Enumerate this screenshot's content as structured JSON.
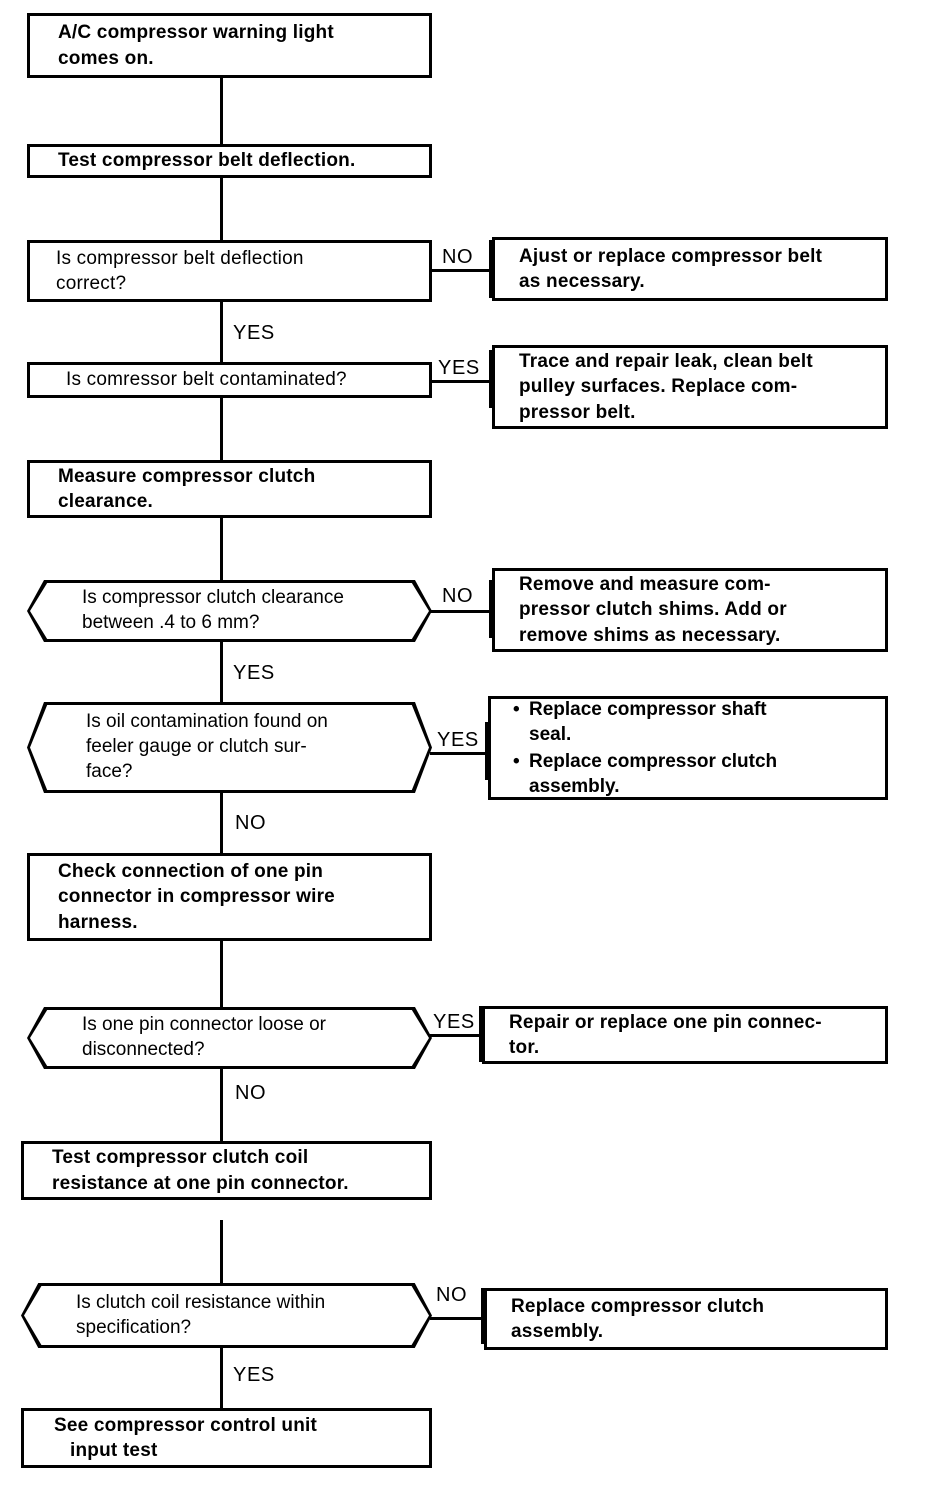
{
  "document": {
    "title": "A/C compressor warning light troubleshooting flowchart"
  },
  "nodes": {
    "start": {
      "id": "start",
      "shape": "rect",
      "line1": "A/C  compressor  warning  light",
      "line2": "comes on."
    },
    "test_belt_deflection": {
      "id": "test-belt-deflection",
      "shape": "rect",
      "line1": "Test compressor belt deflection."
    },
    "q_belt_deflection_correct": {
      "id": "q-belt-deflection-correct",
      "shape": "rect-question",
      "line1": "Is  compressor  belt  deflection",
      "line2": "correct?"
    },
    "a_adjust_belt": {
      "id": "a-adjust-belt",
      "shape": "rect",
      "line1": "Ajust or replace compressor belt",
      "line2": "as necessary."
    },
    "q_belt_contaminated": {
      "id": "q-belt-contaminated",
      "shape": "rect-question",
      "line1": "Is comressor belt contaminated?"
    },
    "a_trace_repair_leak": {
      "id": "a-trace-repair-leak",
      "shape": "rect",
      "line1": "Trace and repair leak, clean belt",
      "line2": "pulley  surfaces.  Replace  com-",
      "line3": "pressor belt."
    },
    "measure_clutch_clearance": {
      "id": "measure-clutch-clearance",
      "shape": "rect",
      "line1": "Measure  compressor  clutch",
      "line2": "clearance."
    },
    "q_clutch_clearance": {
      "id": "q-clutch-clearance",
      "shape": "hexagon",
      "line1": "Is compressor clutch clearance",
      "line2": "between .4 to  6 mm?"
    },
    "a_remove_measure_shims": {
      "id": "a-remove-measure-shims",
      "shape": "rect",
      "line1": "Remove  and  measure  com-",
      "line2": "pressor  clutch  shims.  Add  or",
      "line3": "remove shims as necessary."
    },
    "q_oil_contamination": {
      "id": "q-oil-contamination",
      "shape": "hexagon",
      "line1": "Is oil contamination found on",
      "line2": "feeler gauge or clutch sur-",
      "line3": "face?"
    },
    "a_replace_shaft_seal": {
      "id": "a-replace-shaft-seal",
      "shape": "rect-bullets",
      "bullet_char": "•",
      "bullets": [
        [
          "Replace compressor shaft",
          "seal."
        ],
        [
          "Replace compressor clutch",
          "assembly."
        ]
      ]
    },
    "check_pin_connector": {
      "id": "check-pin-connector",
      "shape": "rect",
      "line1": "Check  connection  of  one  pin",
      "line2": "connector  in  compressor  wire",
      "line3": "harness."
    },
    "q_pin_connector_loose": {
      "id": "q-pin-connector-loose",
      "shape": "hexagon",
      "line1": "Is one pin connector loose or",
      "line2": "disconnected?"
    },
    "a_repair_pin_connector": {
      "id": "a-repair-pin-connector",
      "shape": "rect",
      "line1": "Repair or replace one pin connec-",
      "line2": "tor."
    },
    "test_coil_resistance": {
      "id": "test-coil-resistance",
      "shape": "rect",
      "line1": "Test  compressor  clutch  coil",
      "line2": "resistance at one pin connector."
    },
    "q_coil_resistance_spec": {
      "id": "q-coil-resistance-spec",
      "shape": "hexagon",
      "line1": "Is clutch coil resistance within",
      "line2": "specification?"
    },
    "a_replace_clutch_assembly": {
      "id": "a-replace-clutch-assembly",
      "shape": "rect",
      "line1": "Replace  compressor  clutch",
      "line2": "assembly."
    },
    "end_see_control_unit": {
      "id": "end-see-control-unit",
      "shape": "rect",
      "line1": "See compressor control unit",
      "line2": "input test"
    }
  },
  "branch_labels": {
    "no_belt_deflection": "NO",
    "yes_belt_deflection": "YES",
    "yes_belt_contaminated": "YES",
    "no_clutch_clearance": "NO",
    "yes_clutch_clearance": "YES",
    "yes_oil_contamination": "YES",
    "no_oil_contamination": "NO",
    "yes_pin_connector": "YES",
    "no_pin_connector": "NO",
    "no_coil_resistance": "NO",
    "yes_coil_resistance": "YES"
  },
  "style": {
    "line_color": "#000000",
    "background": "#ffffff",
    "text_color": "#000000"
  }
}
